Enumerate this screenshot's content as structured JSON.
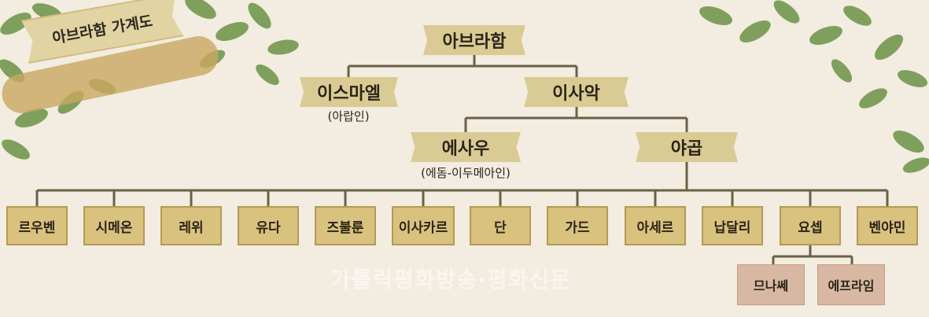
{
  "title": "아브라함 가계도",
  "watermark": "가톨릭평화방송·평화신문",
  "colors": {
    "background": "#f3ece0",
    "banner": "#d9cb93",
    "box": "#d9c27e",
    "box_border": "#b59a52",
    "pink_box": "#d8b8a3",
    "line": "#6b6145",
    "leaf": "#7fa05c"
  },
  "tree": {
    "root": "아브라함",
    "level1": [
      {
        "name": "이스마엘",
        "note": "(아랍인)"
      },
      {
        "name": "이사악",
        "note": ""
      }
    ],
    "level2": [
      {
        "name": "에사우",
        "note": "(에돔-이두메아인)"
      },
      {
        "name": "야곱",
        "note": ""
      }
    ],
    "sons_of_jacob": [
      "르우벤",
      "시메온",
      "레위",
      "유다",
      "즈불룬",
      "이사카르",
      "단",
      "가드",
      "아세르",
      "납달리",
      "요셉",
      "벤야민"
    ],
    "sons_of_joseph": [
      "므나쎄",
      "에프라임"
    ]
  }
}
